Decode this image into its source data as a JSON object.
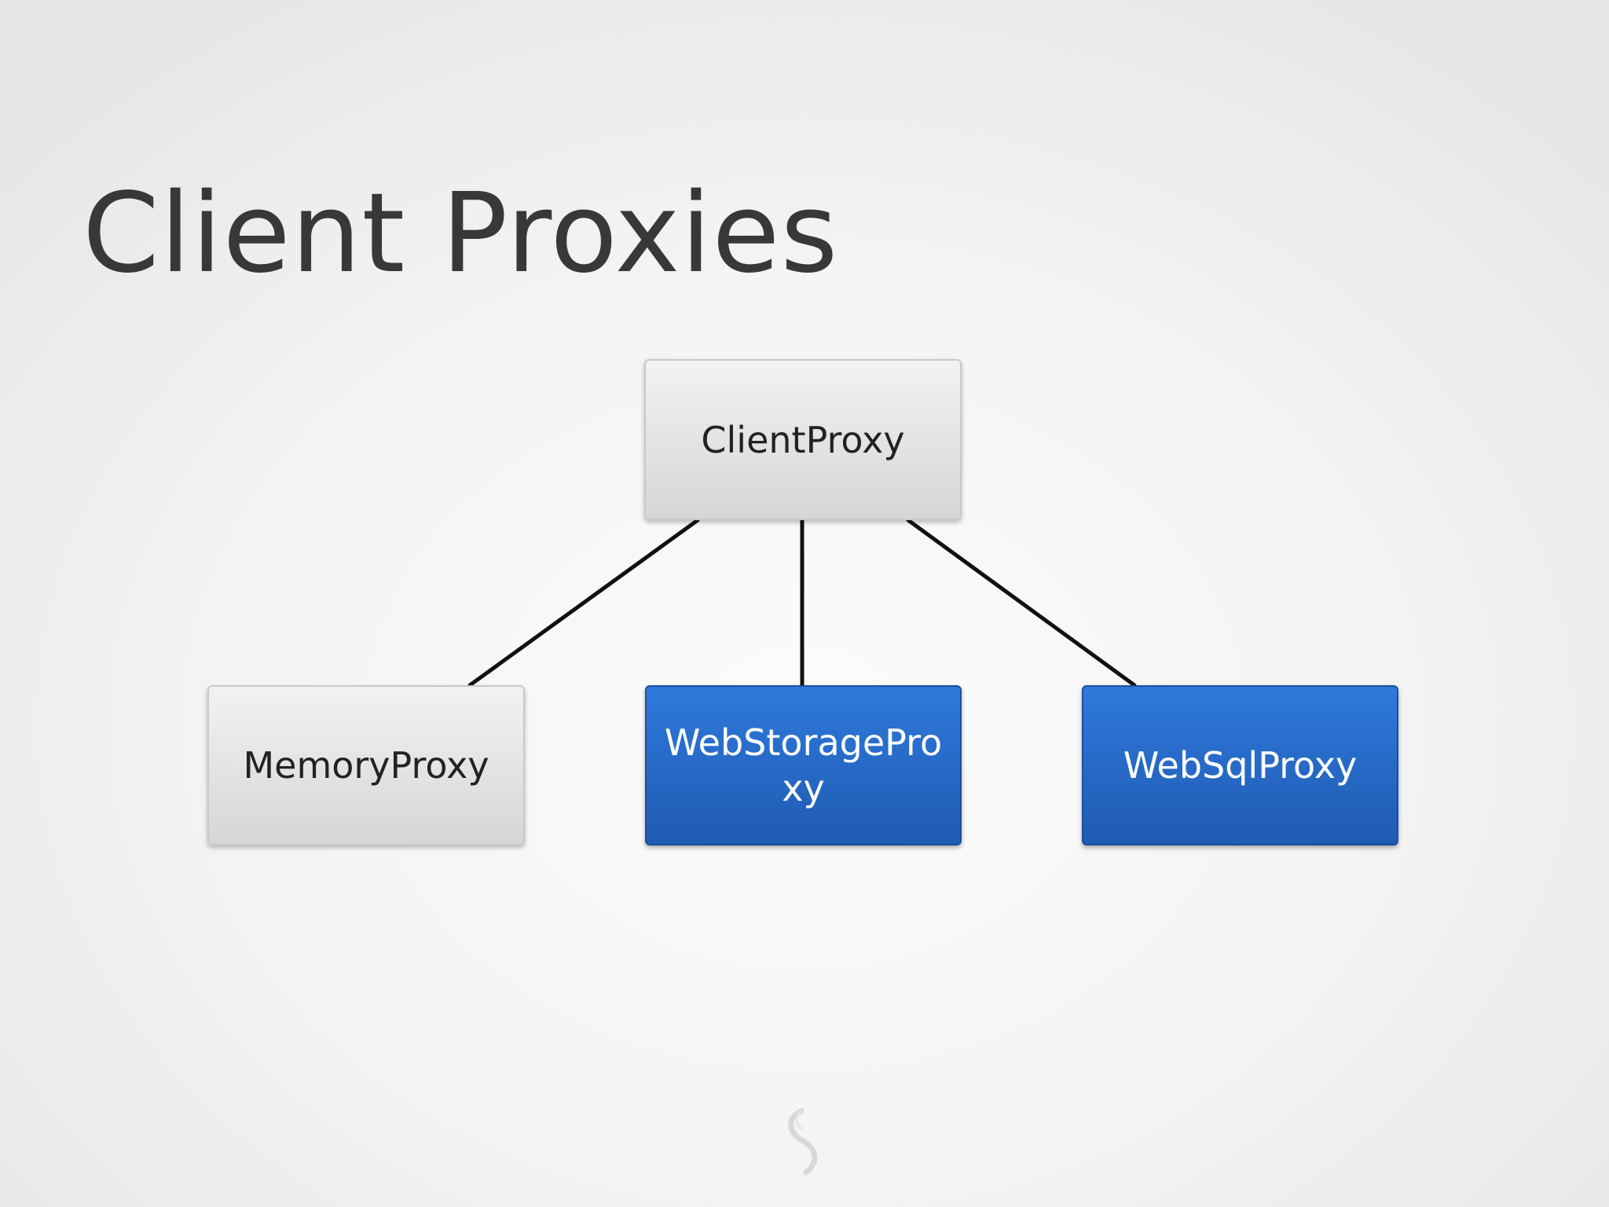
{
  "slide": {
    "title": "Client Proxies"
  },
  "diagram": {
    "root": {
      "label": "ClientProxy"
    },
    "children": [
      {
        "label": "MemoryProxy"
      },
      {
        "label": "WebStorageProxy"
      },
      {
        "label": "WebSqlProxy"
      }
    ]
  },
  "colors": {
    "gray_node_top": "#f2f2f2",
    "gray_node_bottom": "#d6d6d6",
    "blue_node_top": "#2f79db",
    "blue_node_bottom": "#1f5bb3",
    "connector": "#111111",
    "title_text": "#383838"
  },
  "icons": {
    "footer_logo": "swirl-logo-icon"
  }
}
